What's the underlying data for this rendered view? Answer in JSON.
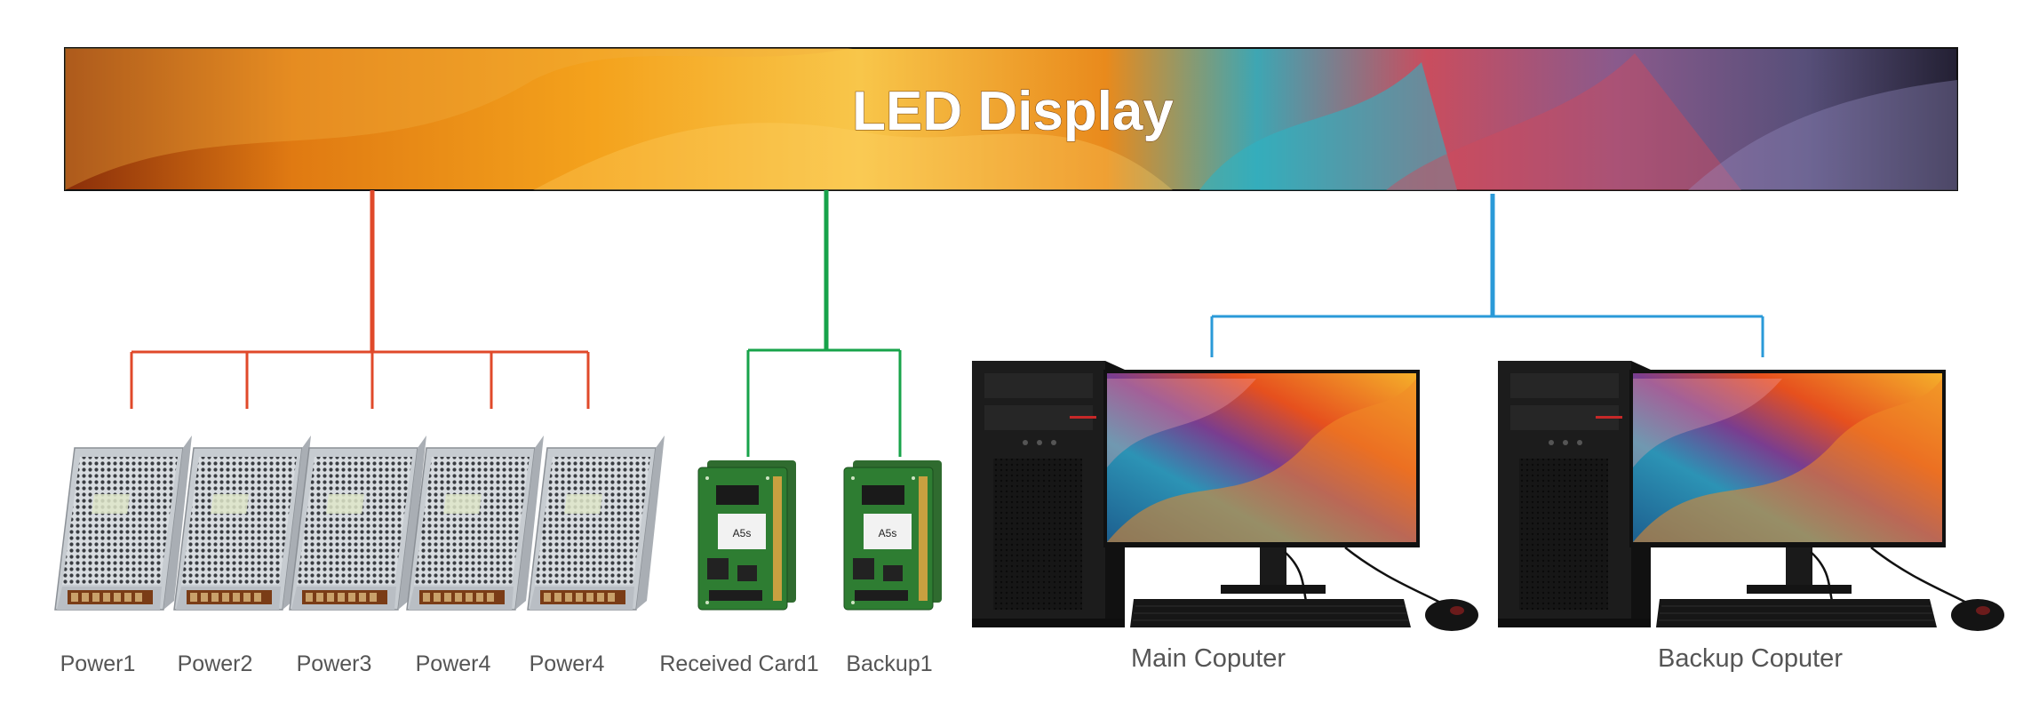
{
  "title": "LED Display",
  "colors": {
    "power_line": "#e0492a",
    "card_line": "#17a34a",
    "computer_line": "#2a9ad8",
    "label_text": "#555555",
    "display_title": "#ffffff"
  },
  "groups": {
    "power": {
      "icon": "power-supply-icon",
      "items": [
        {
          "label": "Power1"
        },
        {
          "label": "Power2"
        },
        {
          "label": "Power3"
        },
        {
          "label": "Power4"
        },
        {
          "label": "Power4"
        }
      ]
    },
    "cards": {
      "icon": "receiving-card-icon",
      "chip_text": "A5s",
      "items": [
        {
          "label": "Received Card1"
        },
        {
          "label": "Backup1"
        }
      ]
    },
    "computers": {
      "icon": "desktop-computer-icon",
      "items": [
        {
          "label": "Main Coputer"
        },
        {
          "label": "Backup Coputer"
        }
      ]
    }
  }
}
